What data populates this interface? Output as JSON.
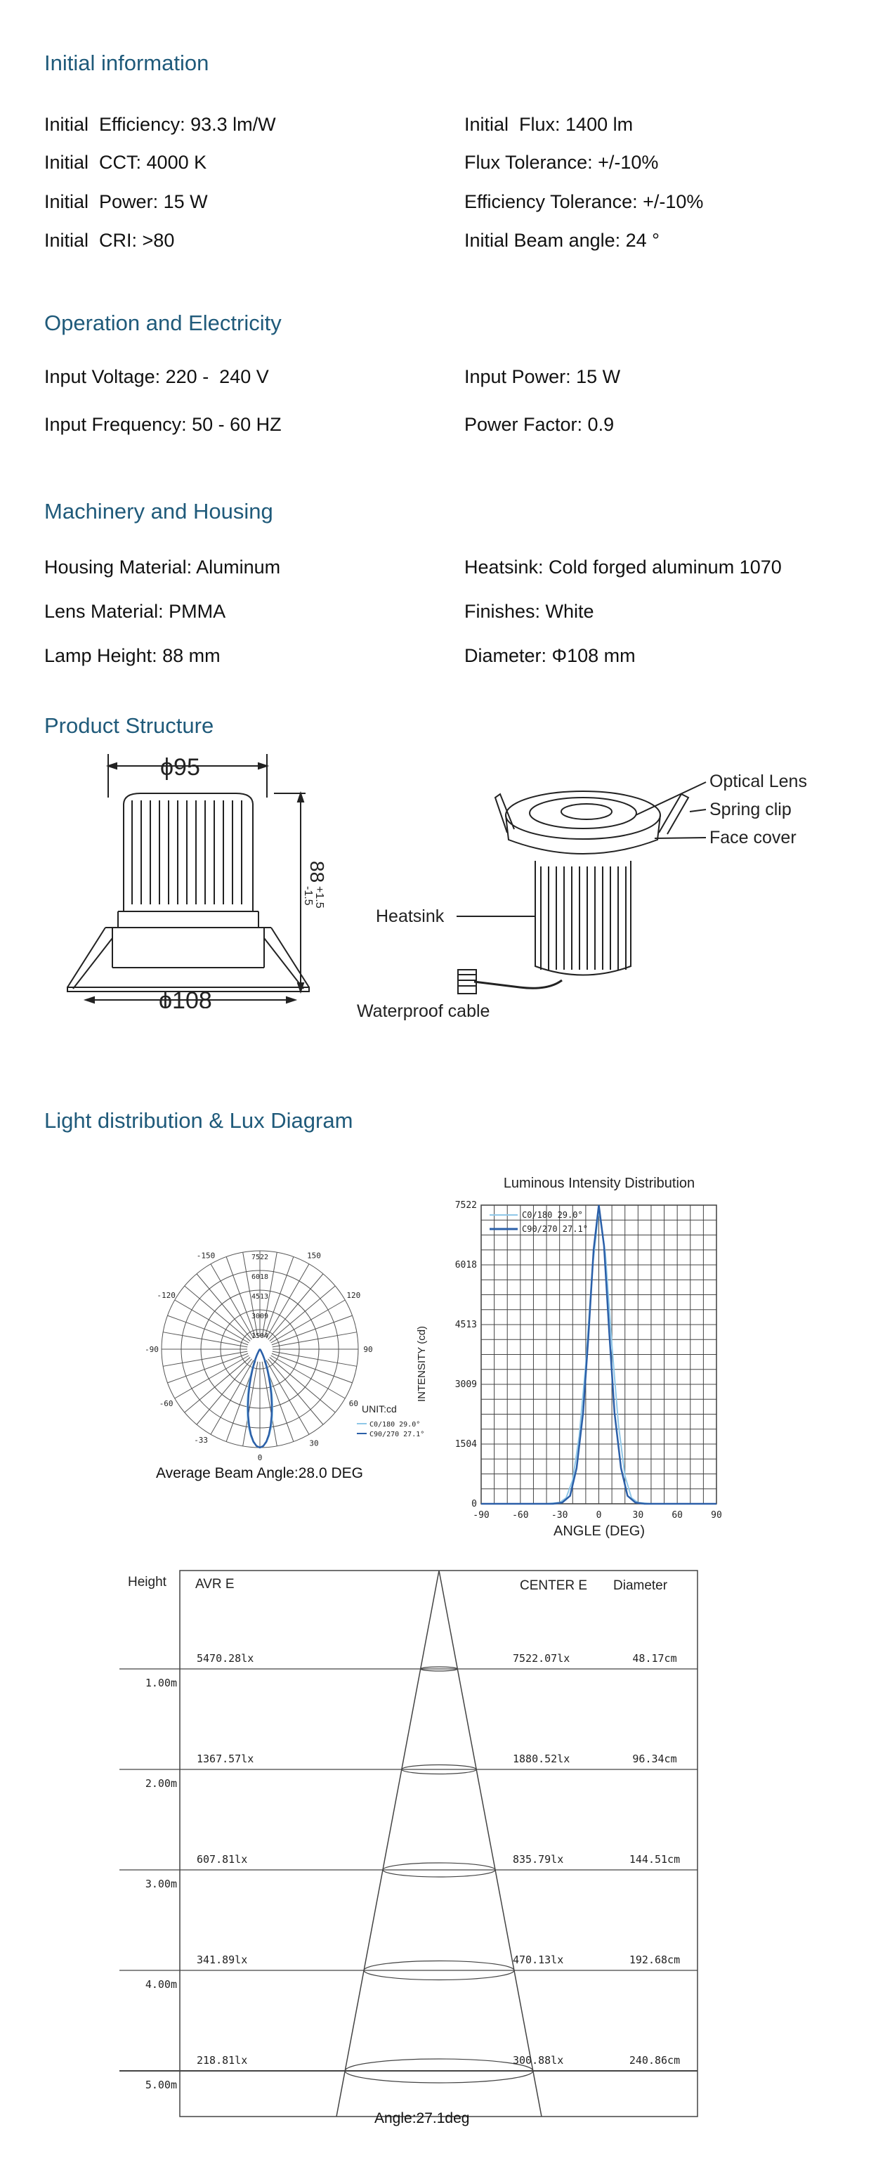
{
  "sections": {
    "initial": {
      "title": "Initial information",
      "left": [
        "Initial  Efficiency: 93.3 lm/W",
        "Initial  CCT: 4000 K",
        "Initial  Power: 15 W",
        "Initial  CRI: >80"
      ],
      "right": [
        "Initial  Flux: 1400 lm",
        "Flux Tolerance: +/-10%",
        "Efficiency Tolerance: +/-10%",
        "Initial Beam angle: 24 °"
      ]
    },
    "operation": {
      "title": "Operation and Electricity",
      "left": [
        "Input Voltage: 220 -  240 V",
        "Input Frequency: 50 - 60 HZ"
      ],
      "right": [
        "Input Power: 15 W",
        "Power Factor: 0.9"
      ]
    },
    "machinery": {
      "title": "Machinery and Housing",
      "left": [
        "Housing Material: Aluminum",
        "Lens Material: PMMA",
        "Lamp Height: 88 mm"
      ],
      "right": [
        "Heatsink: Cold forged aluminum 1070",
        "Finishes: White",
        "Diameter: Φ108 mm"
      ]
    },
    "structure": {
      "title": "Product Structure",
      "dim_top": "ϕ95",
      "dim_bottom": "ϕ108",
      "dim_height": "88",
      "dim_tol_plus": "+1.5",
      "dim_tol_minus": "-1.5",
      "labels": {
        "optical_lens": "Optical Lens",
        "spring_clip": "Spring clip",
        "face_cover": "Face cover",
        "heatsink": "Heatsink",
        "waterproof_cable": "Waterproof cable"
      }
    },
    "light": {
      "title": "Light distribution & Lux Diagram"
    }
  },
  "chart_data": [
    {
      "type": "polar",
      "angle_ticks": [
        "-150",
        "150",
        "-120",
        "120",
        "-90",
        "90",
        "-60",
        "60",
        "-33",
        "30",
        "0"
      ],
      "radial_ticks": [
        "7522",
        "6018",
        "4513",
        "3009",
        "1504"
      ],
      "unit_label": "UNIT:cd",
      "legend": [
        "C0/180 29.0°",
        "C90/270 27.1°"
      ],
      "series": [
        {
          "name": "C0/180",
          "beam_angle_deg": 29.0,
          "peak_cd": 7522
        },
        {
          "name": "C90/270",
          "beam_angle_deg": 27.1,
          "peak_cd": 7522
        }
      ],
      "caption": "Average Beam Angle:28.0 DEG"
    },
    {
      "type": "line",
      "title": "Luminous Intensity Distribution",
      "xlabel": "ANGLE (DEG)",
      "ylabel": "INTENSITY (cd)",
      "xlim": [
        -90,
        90
      ],
      "ylim": [
        0,
        7522
      ],
      "xticks": [
        -90,
        -60,
        -30,
        0,
        30,
        60,
        90
      ],
      "yticks": [
        0,
        1504,
        3009,
        4513,
        6018,
        7522
      ],
      "grid": true,
      "legend_position": "top-left",
      "series": [
        {
          "name": "C0/180 29.0°",
          "color": "#8fc7e8",
          "x": [
            -90,
            -40,
            -30,
            -25,
            -20,
            -15,
            -10,
            -5,
            0,
            5,
            10,
            15,
            20,
            25,
            30,
            40,
            90
          ],
          "y": [
            0,
            0,
            30,
            150,
            600,
            1700,
            3500,
            5900,
            7400,
            6300,
            4000,
            2000,
            700,
            150,
            30,
            0,
            0
          ]
        },
        {
          "name": "C90/270 27.1°",
          "color": "#2b5fa8",
          "x": [
            -90,
            -35,
            -28,
            -22,
            -17,
            -12,
            -8,
            -4,
            0,
            4,
            8,
            12,
            17,
            22,
            28,
            35,
            90
          ],
          "y": [
            0,
            0,
            30,
            200,
            900,
            2300,
            4200,
            6400,
            7522,
            6500,
            4300,
            2300,
            900,
            200,
            30,
            0,
            0
          ]
        }
      ]
    },
    {
      "type": "table",
      "headers": {
        "height": "Height",
        "avr": "AVR E",
        "center": "CENTER E",
        "diameter": "Diameter"
      },
      "rows": [
        {
          "height": "1.00m",
          "avr": "5470.28lx",
          "center": "7522.07lx",
          "diameter": "48.17cm"
        },
        {
          "height": "2.00m",
          "avr": "1367.57lx",
          "center": "1880.52lx",
          "diameter": "96.34cm"
        },
        {
          "height": "3.00m",
          "avr": "607.81lx",
          "center": "835.79lx",
          "diameter": "144.51cm"
        },
        {
          "height": "4.00m",
          "avr": "341.89lx",
          "center": "470.13lx",
          "diameter": "192.68cm"
        },
        {
          "height": "5.00m",
          "avr": "218.81lx",
          "center": "300.88lx",
          "diameter": "240.86cm"
        }
      ],
      "footer": "Angle:27.1deg"
    }
  ]
}
